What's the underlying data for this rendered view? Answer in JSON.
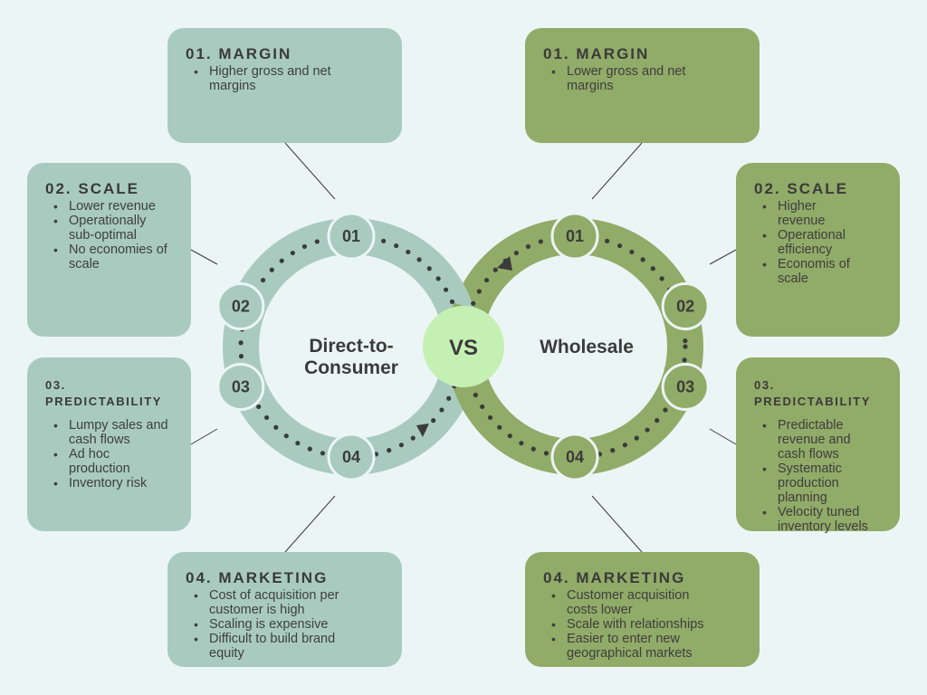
{
  "colors": {
    "background": "#ecf5f6",
    "dtc": "#a9cbbf",
    "wholesale": "#91ab68",
    "vs": "#c5f0b3",
    "text": "#3b3b3b"
  },
  "center": {
    "vs_label": "VS"
  },
  "dtc": {
    "title": "Direct-to-Consumer",
    "title_lines": [
      "Direct-to-",
      "Consumer"
    ],
    "badges": [
      "01",
      "02",
      "03",
      "04"
    ],
    "cards": [
      {
        "heading": "01. MARGIN",
        "items": [
          "Higher gross and net margins"
        ]
      },
      {
        "heading": "02. SCALE",
        "items": [
          "Lower revenue",
          "Operationally sub-optimal",
          "No economies of scale"
        ]
      },
      {
        "heading": "03. PREDICTABILITY",
        "items": [
          "Lumpy sales and cash flows",
          "Ad hoc production",
          "Inventory risk"
        ]
      },
      {
        "heading": "04. MARKETING",
        "items": [
          "Cost of acquisition per customer is high",
          "Scaling is expensive",
          "Difficult to build brand equity"
        ]
      }
    ]
  },
  "wholesale": {
    "title": "Wholesale",
    "badges": [
      "01",
      "02",
      "03",
      "04"
    ],
    "cards": [
      {
        "heading": "01. MARGIN",
        "items": [
          "Lower gross and net margins"
        ]
      },
      {
        "heading": "02. SCALE",
        "items": [
          "Higher revenue",
          "Operational efficiency",
          "Economis of scale"
        ]
      },
      {
        "heading": "03. PREDICTABILITY",
        "items": [
          "Predictable revenue and cash flows",
          "Systematic production planning",
          "Velocity tuned inventory levels"
        ]
      },
      {
        "heading": "04. MARKETING",
        "items": [
          "Customer acquisition costs lower",
          "Scale with relationships",
          "Easier to enter new geographical markets"
        ]
      }
    ]
  }
}
